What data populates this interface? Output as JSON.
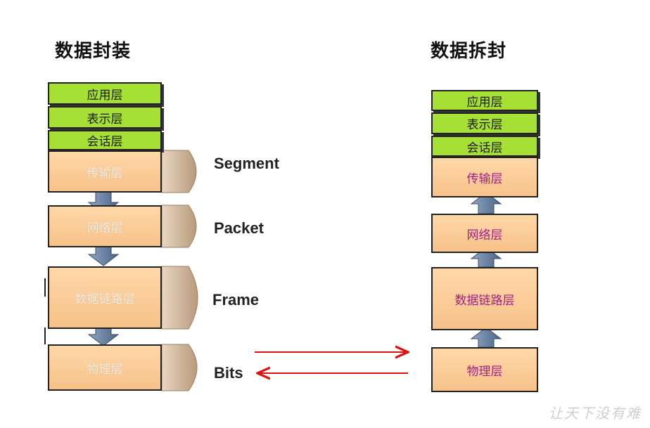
{
  "left": {
    "title": "数据封装",
    "layers": [
      "应用层",
      "表示层",
      "会话层",
      "传输层",
      "网络层",
      "数据链路层",
      "物理层"
    ],
    "pdus": [
      "Segment",
      "Packet",
      "Frame",
      "Bits"
    ]
  },
  "right": {
    "title": "数据拆封",
    "layers": [
      "应用层",
      "表示层",
      "会话层",
      "传输层",
      "网络层",
      "数据链路层",
      "物理层"
    ]
  },
  "watermark": "让天下没有难",
  "colors": {
    "green": "#a6e034",
    "peach": "#f7c28a",
    "arrow": "#e01010",
    "block_arrow": "#6f86a6",
    "right_text": "#a0208a"
  }
}
